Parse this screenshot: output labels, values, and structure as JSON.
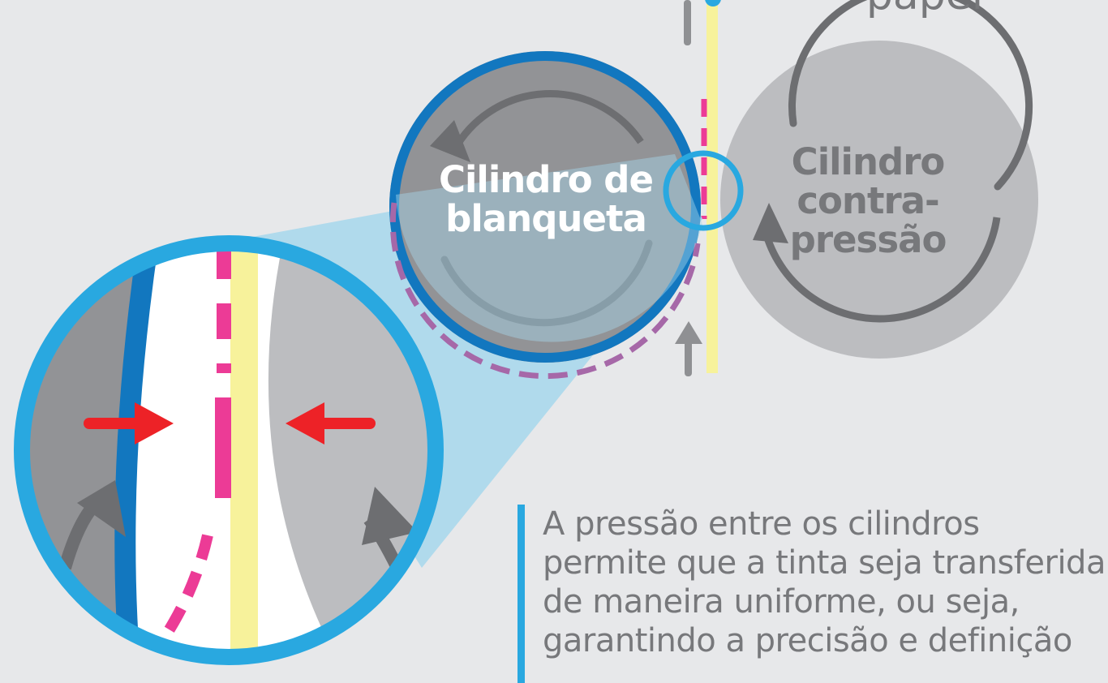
{
  "labels": {
    "paper": "papel",
    "blanket_cylinder": "Cilindro de blanqueta",
    "counter_cylinder": "Cilindro contra-pressão"
  },
  "caption": "A pressão entre os cilindros permite que a tinta seja transferida de maneira uniforme, ou seja, garantindo a precisão e definição",
  "colors": {
    "background": "#e7e8ea",
    "blanket_cylinder": "#929396",
    "blanket_ring": "#1277bf",
    "counter_cylinder": "#bcbdc0",
    "arrow_grey": "#6d6e71",
    "paper": "#f7f29b",
    "ink": "#ec3b96",
    "magnifier": "#29a8e0",
    "pressure_arrow": "#ed2227"
  }
}
